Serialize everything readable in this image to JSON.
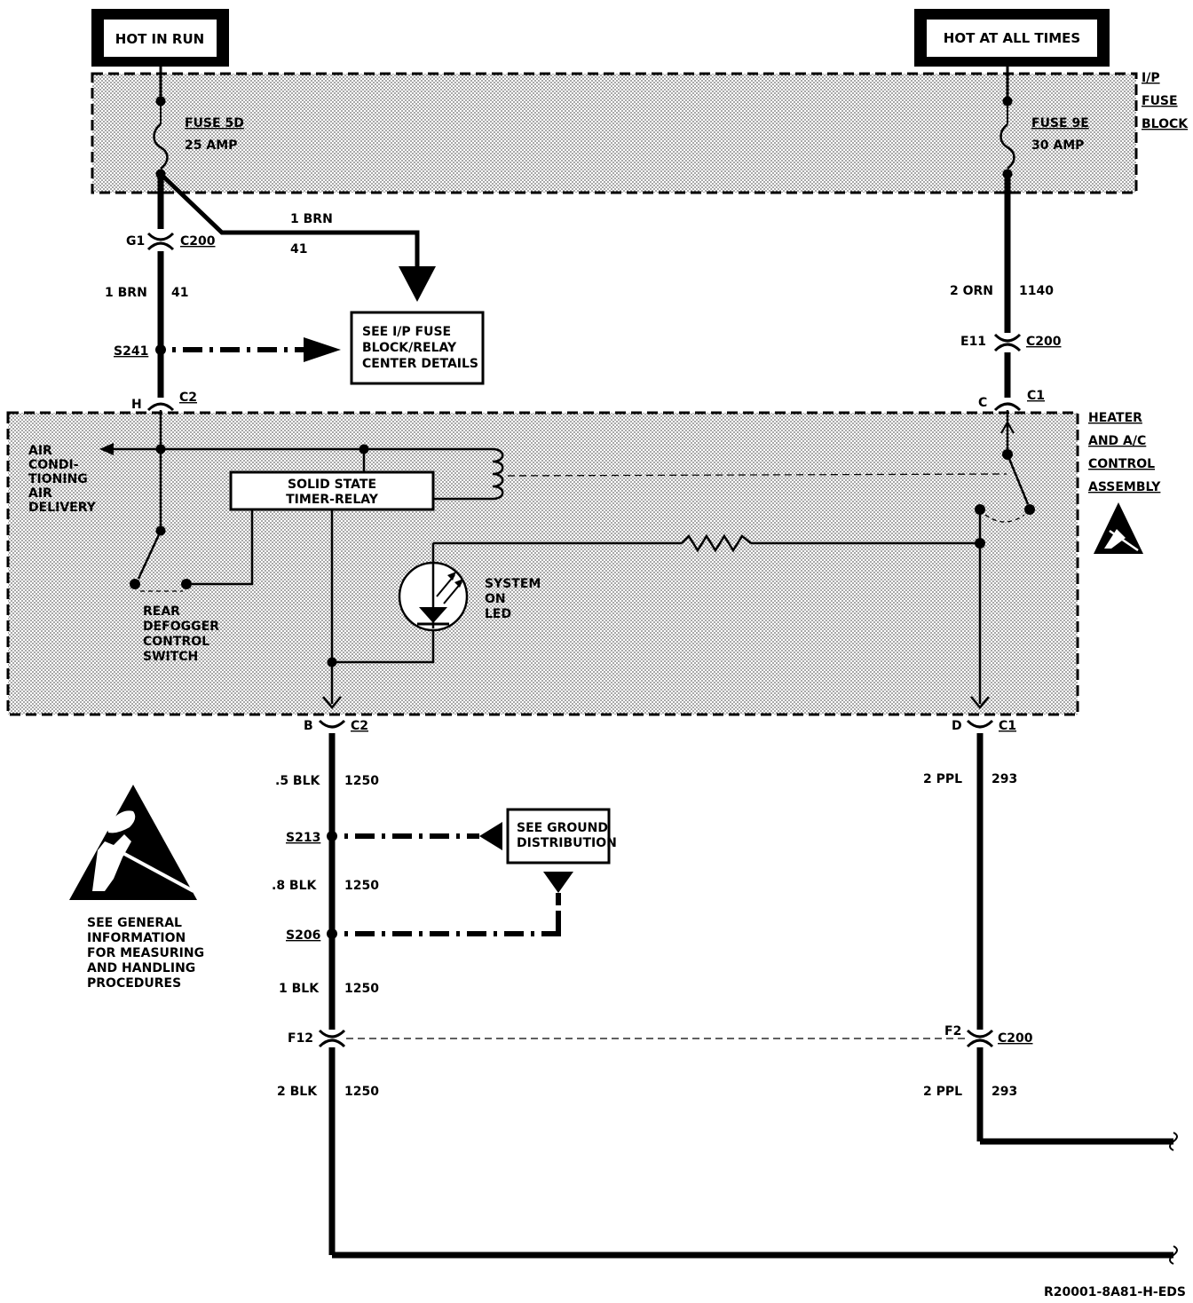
{
  "power": {
    "hot_in_run": "HOT IN RUN",
    "hot_at_all_times": "HOT AT ALL TIMES"
  },
  "fuse_block": {
    "label_lines": [
      "I/P",
      "FUSE",
      "BLOCK"
    ],
    "fuse_left": {
      "name": "FUSE 5D",
      "rating": "25 AMP"
    },
    "fuse_right": {
      "name": "FUSE 9E",
      "rating": "30 AMP"
    }
  },
  "wires": {
    "branch_gauge": "1 BRN",
    "branch_circuit": "41",
    "left_top_gauge": "1 BRN",
    "left_top_circuit": "41",
    "right_top_gauge": "2 ORN",
    "right_top_circuit": "1140",
    "left_mid_gauge": ".5 BLK",
    "left_mid_circuit": "1250",
    "left_mid2_gauge": ".8 BLK",
    "left_mid2_circuit": "1250",
    "left_mid3_gauge": "1 BLK",
    "left_mid3_circuit": "1250",
    "left_bot_gauge": "2 BLK",
    "left_bot_circuit": "1250",
    "right_mid_gauge": "2 PPL",
    "right_mid_circuit": "293",
    "right_bot_gauge": "2 PPL",
    "right_bot_circuit": "293"
  },
  "connectors": {
    "g1": "G1",
    "c200_a": "C200",
    "e11": "E11",
    "c200_b": "C200",
    "h": "H",
    "c2_a": "C2",
    "c": "C",
    "c1_a": "C1",
    "b": "B",
    "c2_b": "C2",
    "d": "D",
    "c1_b": "C1",
    "f12": "F12",
    "f2": "F2",
    "c200_c": "C200"
  },
  "splices": {
    "s241": "S241",
    "s213": "S213",
    "s206": "S206"
  },
  "refs": {
    "fuse_details": [
      "SEE I/P FUSE",
      "BLOCK/RELAY",
      "CENTER DETAILS"
    ],
    "ground_dist": [
      "SEE GROUND",
      "DISTRIBUTION"
    ]
  },
  "assembly": {
    "label_lines": [
      "HEATER",
      "AND A/C",
      "CONTROL",
      "ASSEMBLY"
    ],
    "air_delivery": [
      "AIR",
      "CONDI-",
      "TIONING",
      "AIR",
      "DELIVERY"
    ],
    "timer_relay": [
      "SOLID STATE",
      "TIMER-RELAY"
    ],
    "led": [
      "SYSTEM",
      "ON",
      "LED"
    ],
    "defogger": [
      "REAR",
      "DEFOGGER",
      "CONTROL",
      "SWITCH"
    ]
  },
  "esd_note": [
    "SEE GENERAL",
    "INFORMATION",
    "FOR MEASURING",
    "AND HANDLING",
    "PROCEDURES"
  ],
  "footer_code": "R20001-8A81-H-EDS"
}
